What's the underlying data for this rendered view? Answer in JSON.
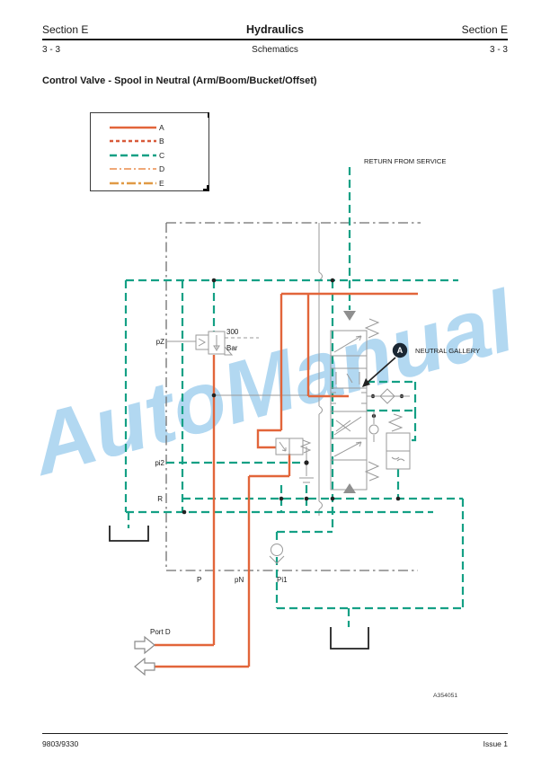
{
  "header": {
    "section_left": "Section E",
    "center_title": "Hydraulics",
    "section_right": "Section E",
    "page_left": "3 - 3",
    "center_subtitle": "Schematics",
    "page_right": "3 - 3"
  },
  "title": "Control Valve - Spool in Neutral (Arm/Boom/Bucket/Offset)",
  "legend": {
    "items": [
      {
        "label": "A",
        "color": "#e2653a",
        "style": "solid"
      },
      {
        "label": "B",
        "color": "#d85a3a",
        "style": "dotted-dash"
      },
      {
        "label": "C",
        "color": "#14a085",
        "style": "dashed"
      },
      {
        "label": "D",
        "color": "#efa878",
        "style": "dash-dot"
      },
      {
        "label": "E",
        "color": "#e09a45",
        "style": "dash-dot"
      }
    ]
  },
  "watermark": "AutoManual",
  "diagram": {
    "labels": {
      "return_from_service": "RETURN FROM SERVICE",
      "neutral_gallery": "NEUTRAL GALLERY",
      "marker_a": "A",
      "pz": "pZ",
      "pi2": "pi2",
      "r": "R",
      "pressure_value": "300",
      "pressure_unit": "Bar",
      "p": "P",
      "pn": "pN",
      "pi1": "Pi1",
      "port_d": "Port D",
      "figure_number": "A354051"
    },
    "colors": {
      "pressure_line": "#e2653a",
      "return_line": "#14a085",
      "component_gray": "#9a9a9a",
      "frame_gray": "#6e6e6e",
      "marker_background": "#1b2733",
      "watermark_blue": "#aad4f0"
    }
  },
  "footer": {
    "left": "9803/9330",
    "right": "Issue 1"
  }
}
